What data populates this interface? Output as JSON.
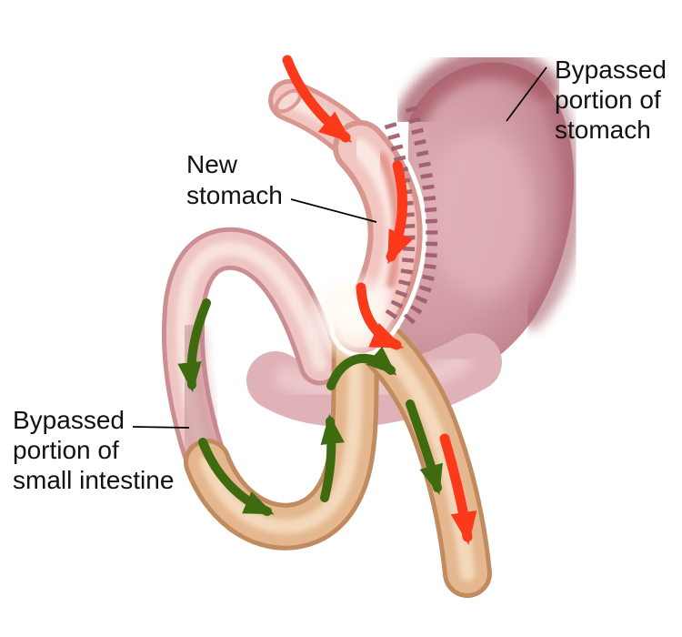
{
  "labels": {
    "bypassed_stomach": {
      "lines": [
        "Bypassed",
        "portion of",
        "stomach"
      ]
    },
    "new_stomach": {
      "lines": [
        "New",
        "stomach"
      ]
    },
    "bypassed_small_intestine": {
      "lines": [
        "Bypassed",
        "portion of",
        "small intestine"
      ]
    }
  },
  "colors": {
    "food_flow_arrow": "#fb3a1b",
    "digestive_juice_arrow": "#3e6b10",
    "staple_line": "#9d5c6e",
    "label_text": "#111111",
    "leader_line": "#000000",
    "stomach_mauve": "#d09aa3",
    "stomach_shade": "#a85a66",
    "pouch_pink": "#f2c6c0",
    "pouch_edge": "#d89690",
    "intestine_pink": "#eec5c2",
    "intestine_pink_edge": "#cb8e92",
    "intestine_tan": "#e4b78e",
    "intestine_tan_edge": "#c18b5f",
    "background": "#ffffff"
  }
}
